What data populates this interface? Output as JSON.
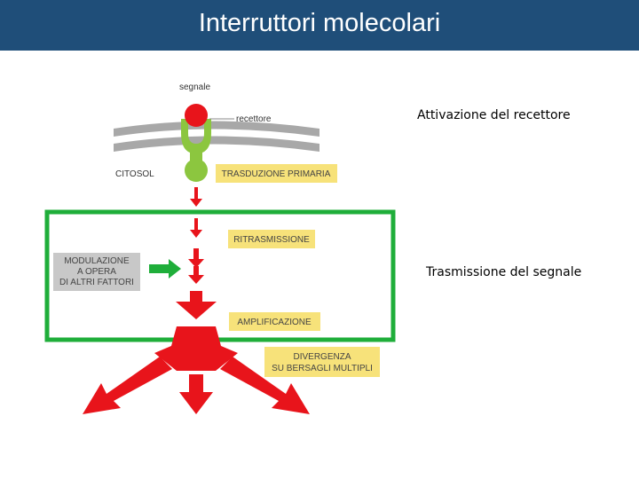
{
  "header": {
    "title": "Interruttori molecolari"
  },
  "diagram": {
    "signal_label": "segnale",
    "receptor_label": "recettore",
    "cytosol_label": "CITOSOL",
    "primary_transduction_label": "TRASDUZIONE PRIMARIA",
    "retransmission_label": "RITRASMISSIONE",
    "modulation_label": [
      "MODULAZIONE",
      "A OPERA",
      "DI ALTRI FATTORI"
    ],
    "amplification_label": "AMPLIFICAZIONE",
    "divergence_label": [
      "DIVERGENZA",
      "SU BERSAGLI MULTIPLI"
    ]
  },
  "annotations": {
    "receptor_activation": "Attivazione del recettore",
    "signal_transmission": "Trasmissione del segnale"
  },
  "colors": {
    "title_bar": "#1f4e79",
    "green_box": "#1fae3a",
    "red": "#e8141b",
    "receptor_green": "#8cc63f",
    "label_yellow": "#f7e27a",
    "membrane_gray": "#aaaaaa"
  }
}
